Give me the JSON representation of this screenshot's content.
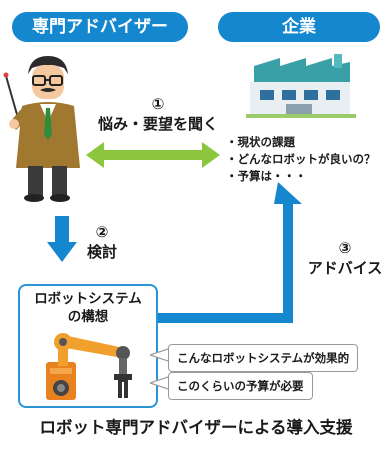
{
  "header": {
    "advisor_label": "専門アドバイザー",
    "company_label": "企業"
  },
  "step1": {
    "number": "①",
    "text": "悩み・要望を聞く"
  },
  "company_notes": {
    "items": [
      "・現状の課題",
      "・どんなロボットが良いの？",
      "・予算は・・・"
    ]
  },
  "step2": {
    "number": "②",
    "text": "検討"
  },
  "step3": {
    "number": "③",
    "text": "アドバイス"
  },
  "robot_box": {
    "title_line1": "ロボットシステム",
    "title_line2": "の構想"
  },
  "callouts": [
    "こんなロボットシステムが効果的",
    "このくらいの予算が必要"
  ],
  "footer": {
    "title": "ロボット専門アドバイザーによる導入支援"
  },
  "colors": {
    "brand_blue": "#1487cf",
    "green": "#8cc63f",
    "box_border": "#2a94d6"
  }
}
